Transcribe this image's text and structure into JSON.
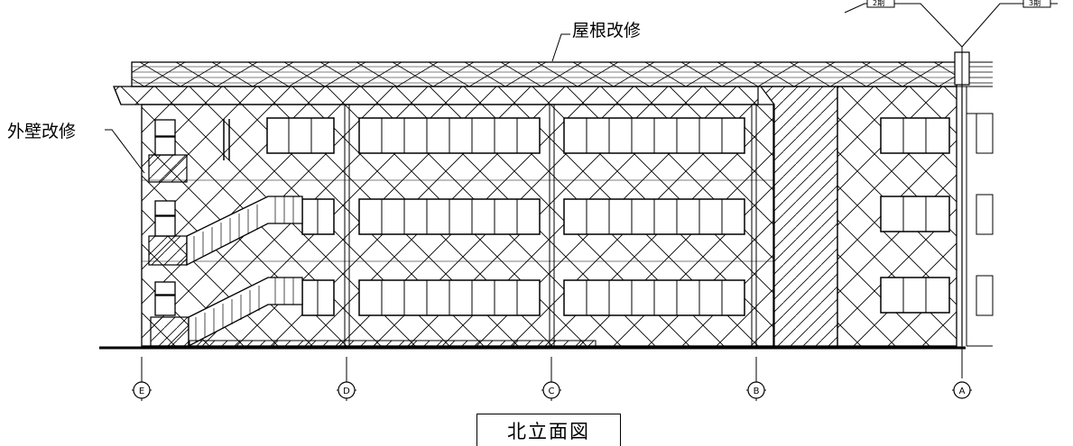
{
  "annotations": {
    "roof_label": "屋根改修",
    "wall_label": "外壁改修",
    "phase_left": "2期",
    "phase_right": "3期"
  },
  "grid_axes": [
    "E",
    "D",
    "C",
    "B",
    "A"
  ],
  "drawing_title": "北立面図"
}
